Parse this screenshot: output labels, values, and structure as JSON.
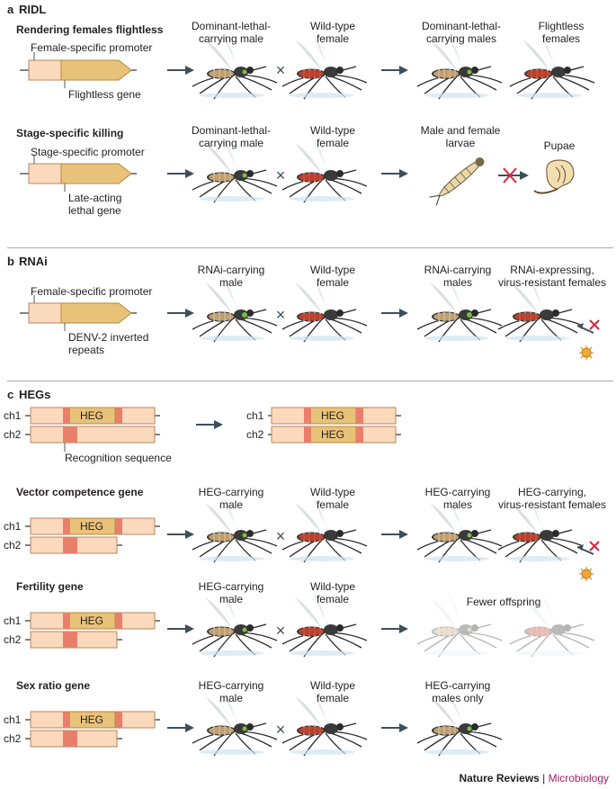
{
  "panel_a": {
    "letter": "a",
    "title": "RIDL",
    "row1": {
      "heading": "Rendering females flightless",
      "promoter": "Female-specific promoter",
      "gene": "Flightless gene",
      "parent_male": "Dominant-lethal-\ncarrying male",
      "parent_female": "Wild-type\nfemale",
      "result_a": "Dominant-lethal-\ncarrying males",
      "result_b": "Flightless\nfemales"
    },
    "row2": {
      "heading": "Stage-specific killing",
      "promoter": "Stage-specific promoter",
      "gene": "Late-acting\nlethal gene",
      "parent_male": "Dominant-lethal-\ncarrying male",
      "parent_female": "Wild-type\nfemale",
      "result_a": "Male and female\nlarvae",
      "result_b": "Pupae"
    }
  },
  "panel_b": {
    "letter": "b",
    "title": "RNAi",
    "promoter": "Female-specific promoter",
    "gene": "DENV-2 inverted\nrepeats",
    "parent_male": "RNAi-carrying\nmale",
    "parent_female": "Wild-type\nfemale",
    "result_a": "RNAi-carrying\nmales",
    "result_b": "RNAi-expressing,\nvirus-resistant females"
  },
  "panel_c": {
    "letter": "c",
    "title": "HEGs",
    "heg_label": "HEG",
    "ch1": "ch1",
    "ch2": "ch2",
    "recognition": "Recognition sequence",
    "row_vector": {
      "heading": "Vector competence gene",
      "parent_male": "HEG-carrying\nmale",
      "parent_female": "Wild-type\nfemale",
      "result_a": "HEG-carrying\nmales",
      "result_b": "HEG-carrying,\nvirus-resistant females"
    },
    "row_fertility": {
      "heading": "Fertility gene",
      "parent_male": "HEG-carrying\nmale",
      "parent_female": "Wild-type\nfemale",
      "result_a": "Fewer offspring"
    },
    "row_sex": {
      "heading": "Sex ratio gene",
      "parent_male": "HEG-carrying\nmale",
      "parent_female": "Wild-type\nfemale",
      "result_a": "HEG-carrying\nmales only"
    }
  },
  "cross_symbol": "×",
  "footer": {
    "journal": "Nature Reviews",
    "divider": " | ",
    "section": "Microbiology"
  },
  "colors": {
    "promoter_fill": "#fbd9bd",
    "gene_fill": "#e9c27a",
    "recognition_fill": "#e97f6a",
    "arrow": "#3d4f5c",
    "footer_section": "#a0226b"
  }
}
